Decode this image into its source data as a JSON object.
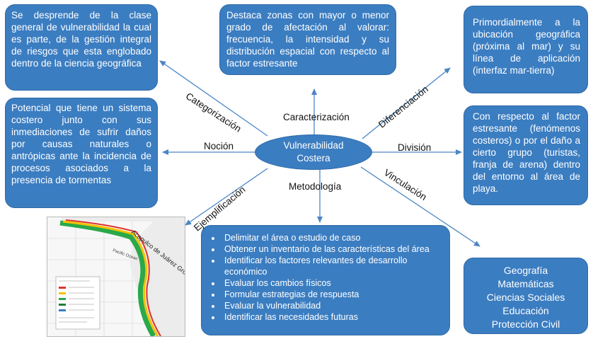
{
  "center": {
    "line1": "Vulnerabilidad",
    "line2": "Costera"
  },
  "labels": {
    "categorizacion": "Categorización",
    "caracterizacion": "Caracterización",
    "diferenciacion": "Diferenciación",
    "nocion": "Noción",
    "division": "División",
    "ejemplificacion": "Ejemplificación",
    "metodologia": "Metodología",
    "vinculacion": "Vinculación"
  },
  "boxes": {
    "categorizacion": "Se desprende de la clase general de vulnerabilidad la cual es parte, de la gestión integral de riesgos que esta englobado dentro de la ciencia geográfica",
    "caracterizacion": "Destaca zonas con mayor o menor grado de afectación al valorar: frecuencia, la intensidad y su distribución espacial con respecto al factor estresante",
    "diferenciacion": "Primordialmente a la ubicación geográfica (próxima al mar) y su línea de aplicación (interfaz mar-tierra)",
    "nocion": "Potencial que tiene un sistema costero junto con sus inmediaciones de sufrir daños por causas naturales o antrópicas ante la incidencia de procesos asociados a la presencia de tormentas",
    "division": "Con respecto al factor estresante (fenómenos costeros) o por el daño a cierto grupo (turistas, franja de arena) dentro del entorno al área de playa."
  },
  "metodologia_steps": [
    "Delimitar el área o estudio de caso",
    "Obtener un inventario de las características del área",
    "Identificar los factores relevantes de desarrollo económico",
    "Evaluar los cambios físicos",
    "Formular estrategias de respuesta",
    "Evaluar la vulnerabilidad",
    "Identificar las necesidades futuras"
  ],
  "vinculacion_items": [
    "Geografía",
    "Matemáticas",
    "Ciencias Sociales",
    "Educación",
    "Protección Civil"
  ],
  "map": {
    "place_label": "Acapulco de Juárez Gro",
    "sea_label": "Pacific Ocean"
  },
  "colors": {
    "box": "#3b7dc1",
    "arrow": "#4a86c5"
  }
}
